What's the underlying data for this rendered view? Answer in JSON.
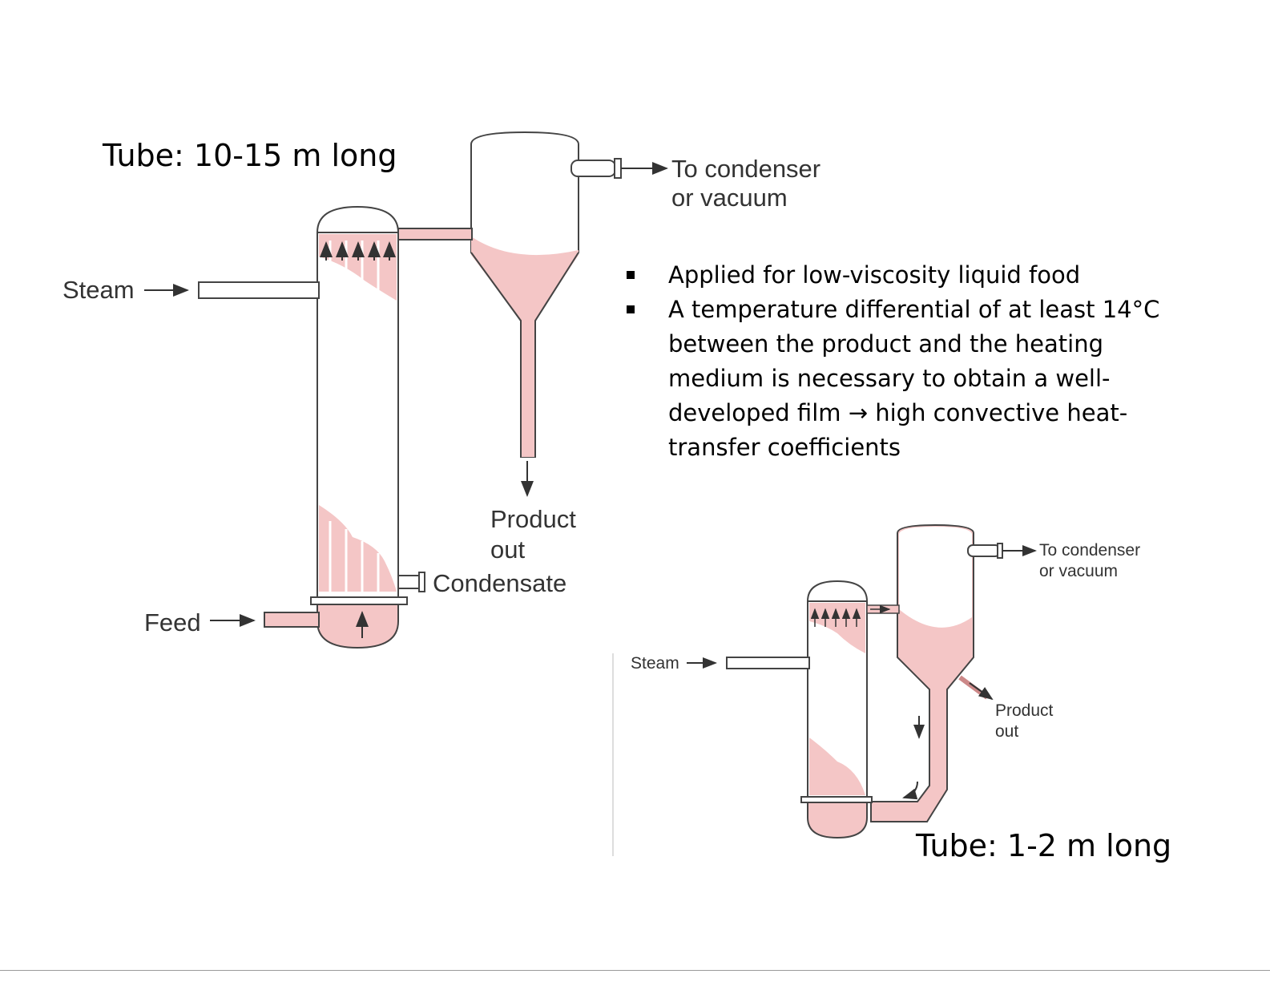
{
  "captions": {
    "tube_long": "Tube: 10-15 m long",
    "tube_short": "Tube: 1-2 m long"
  },
  "bullets": [
    "Applied for low-viscosity liquid food",
    "A temperature differential of at least 14°C between the product and the heating medium is necessary to obtain a well-developed film → high convective heat-transfer coefficients"
  ],
  "long_tube_diagram": {
    "to_condenser": "To condenser",
    "or_vacuum": "or vacuum",
    "steam": "Steam",
    "product": "Product",
    "out": "out",
    "condensate": "Condensate",
    "feed": "Feed"
  },
  "short_tube_diagram": {
    "to_condenser": "To condenser",
    "or_vacuum": "or vacuum",
    "steam": "Steam",
    "product": "Product",
    "out": "out"
  },
  "colors": {
    "liquid": "#f4c6c6",
    "stroke": "#444444"
  }
}
